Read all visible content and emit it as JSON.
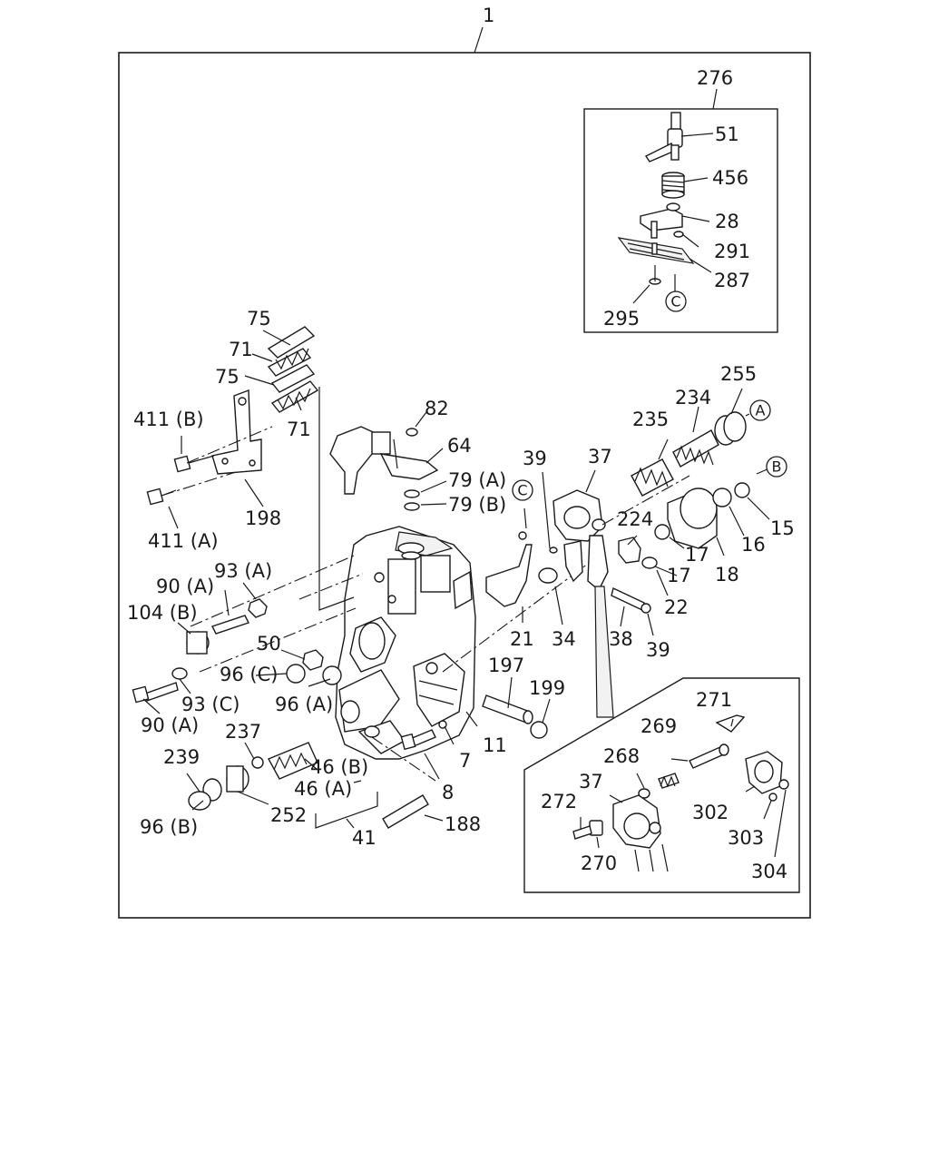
{
  "diagram": {
    "assembly_label": "1",
    "labels": {
      "l276": "276",
      "l51": "51",
      "l456": "456",
      "l28": "28",
      "l291": "291",
      "l287": "287",
      "l295": "295",
      "l75a": "75",
      "l71a": "71",
      "l75b": "75",
      "l71b": "71",
      "l411b": "411 (B)",
      "l411a": "411 (A)",
      "l198": "198",
      "l82": "82",
      "l64": "64",
      "l79a": "79 (A)",
      "l79b": "79 (B)",
      "l39a": "39",
      "l37": "37",
      "l235": "235",
      "l234": "234",
      "l255": "255",
      "l224": "224",
      "l17a": "17",
      "l17b": "17",
      "l18": "18",
      "l16": "16",
      "l15": "15",
      "l22": "22",
      "l21": "21",
      "l34": "34",
      "l38": "38",
      "l39b": "39",
      "l90a_top": "90 (A)",
      "l93a": "93 (A)",
      "l104b": "104 (B)",
      "l50": "50",
      "l96c": "96 (C)",
      "l93c": "93 (C)",
      "l90a_bot": "90 (A)",
      "l96a": "96 (A)",
      "l237": "237",
      "l46b": "46 (B)",
      "l46a": "46 (A)",
      "l239": "239",
      "l252": "252",
      "l96b": "96 (B)",
      "l41": "41",
      "l8": "8",
      "l7": "7",
      "l11": "11",
      "l188": "188",
      "l197": "197",
      "l199": "199",
      "l271": "271",
      "l269": "269",
      "l268": "268",
      "l37b": "37",
      "l272": "272",
      "l270": "270",
      "l302": "302",
      "l303": "303",
      "l304": "304"
    },
    "callouts": {
      "c_top": "C",
      "c_mid": "C",
      "a": "A",
      "b": "B"
    }
  }
}
